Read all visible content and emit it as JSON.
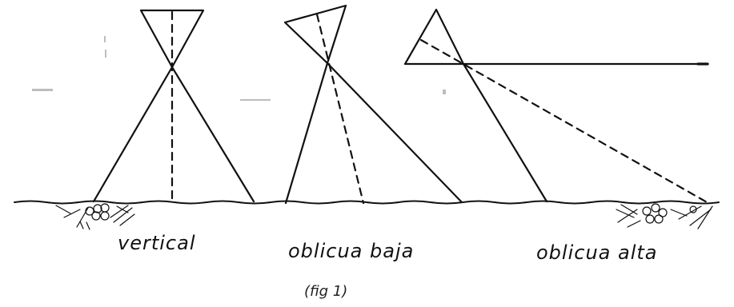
{
  "figure": {
    "labels": {
      "vertical": "vertical",
      "low_oblique": "oblicua baja",
      "high_oblique": "oblicua alta"
    },
    "caption": "(fig 1)"
  }
}
